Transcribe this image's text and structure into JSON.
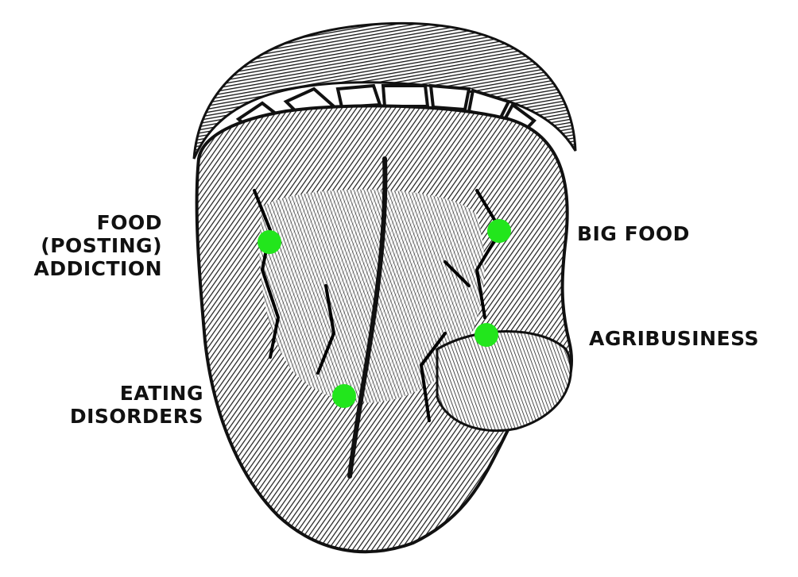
{
  "colors": {
    "marker": "#22e61c",
    "ink": "#111111",
    "background": "#ffffff"
  },
  "labels": {
    "food_addiction": [
      "FOOD",
      "(POSTING)",
      "ADDICTION"
    ],
    "eating_disorders": [
      "EATING",
      "DISORDERS"
    ],
    "big_food": "BIG FOOD",
    "agribusiness": "AGRIBUSINESS"
  }
}
